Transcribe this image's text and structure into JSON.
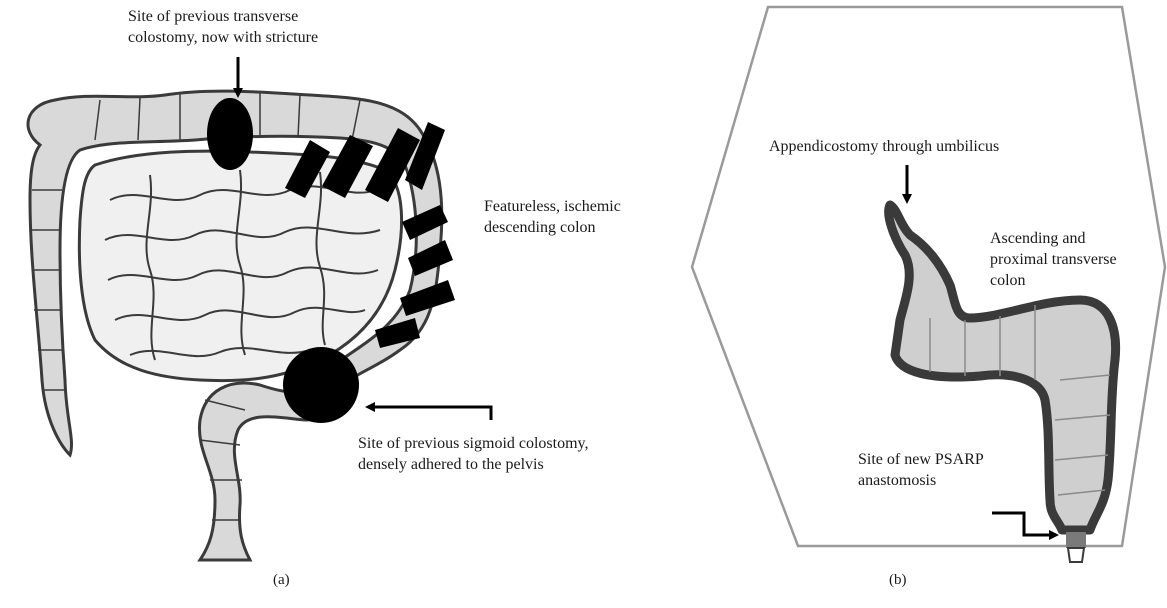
{
  "panel_a": {
    "caption": "(a)",
    "label_transverse": "Site of previous transverse\ncolostomy, now with stricture",
    "label_descending": "Featureless, ischemic\ndescending colon",
    "label_sigmoid": "Site of previous sigmoid colostomy,\ndensely adhered to the pelvis"
  },
  "panel_b": {
    "caption": "(b)",
    "label_appendicostomy": "Appendicostomy through umbilicus",
    "label_ascending": "Ascending and\nproximal transverse\ncolon",
    "label_psarp": "Site of new PSARP\nanastomosis"
  },
  "colors": {
    "bowel_fill": "#d9d9d9",
    "bowel_outline": "#3a3a3a",
    "small_bowel_fill": "#f0f0f0",
    "marker": "#000000",
    "frame": "#9a9a9a",
    "anastomosis": "#7a7a7a"
  }
}
